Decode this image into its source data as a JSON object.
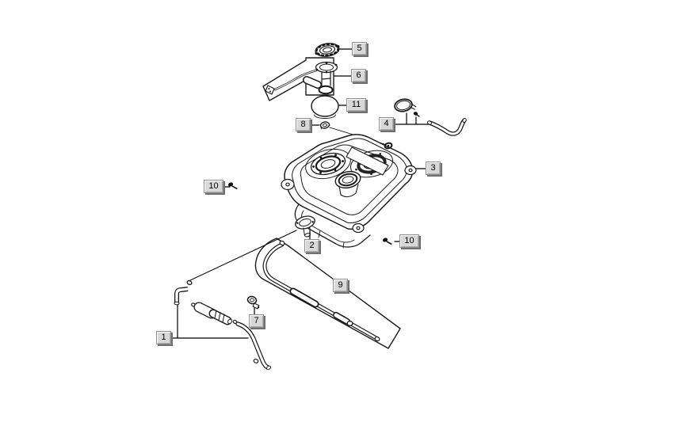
{
  "figure": {
    "background_color": "#ffffff",
    "line_color": "#1a1a1a"
  },
  "callout_style": {
    "face_color": "#d8d8d8",
    "highlight_color": "#ffffff",
    "shadow_color": "#6f6f6f",
    "text_color": "#000000"
  },
  "callouts": [
    {
      "label": "5"
    },
    {
      "label": "6"
    },
    {
      "label": "11"
    },
    {
      "label": "8"
    },
    {
      "label": "4"
    },
    {
      "label": "3"
    },
    {
      "label": "10"
    },
    {
      "label": "2"
    },
    {
      "label": "10"
    },
    {
      "label": "9"
    },
    {
      "label": "7"
    },
    {
      "label": "1"
    }
  ]
}
